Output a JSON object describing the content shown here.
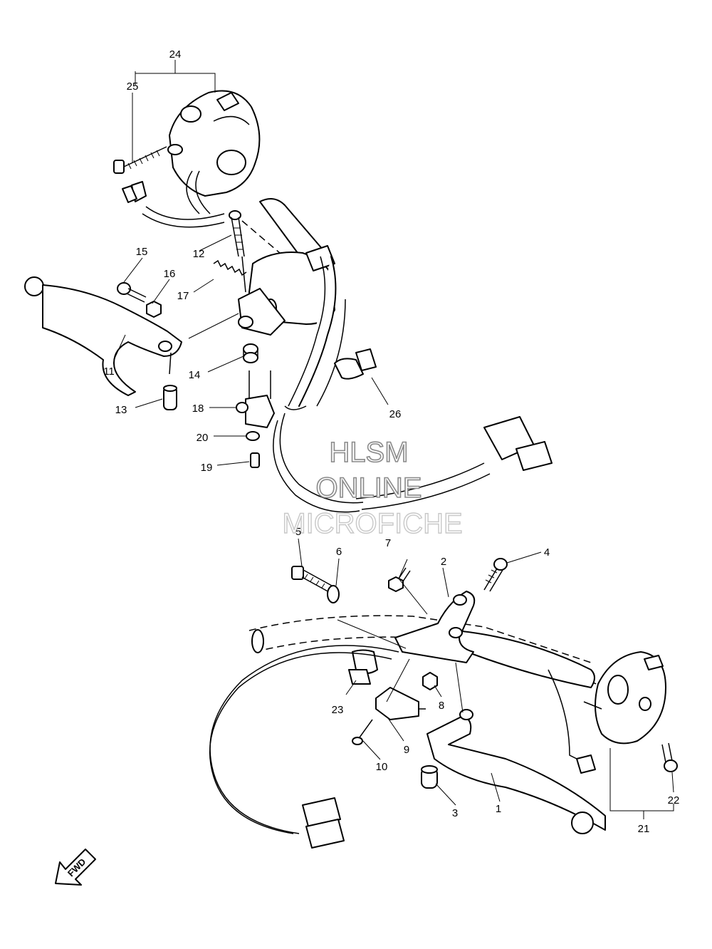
{
  "diagram": {
    "callouts": [
      {
        "id": "1",
        "label": "1"
      },
      {
        "id": "2",
        "label": "2"
      },
      {
        "id": "3",
        "label": "3"
      },
      {
        "id": "4",
        "label": "4"
      },
      {
        "id": "5",
        "label": "5"
      },
      {
        "id": "6",
        "label": "6"
      },
      {
        "id": "7",
        "label": "7"
      },
      {
        "id": "8",
        "label": "8"
      },
      {
        "id": "9",
        "label": "9"
      },
      {
        "id": "10",
        "label": "10"
      },
      {
        "id": "11",
        "label": "11"
      },
      {
        "id": "12",
        "label": "12"
      },
      {
        "id": "13",
        "label": "13"
      },
      {
        "id": "14",
        "label": "14"
      },
      {
        "id": "15",
        "label": "15"
      },
      {
        "id": "16",
        "label": "16"
      },
      {
        "id": "17",
        "label": "17"
      },
      {
        "id": "18",
        "label": "18"
      },
      {
        "id": "19",
        "label": "19"
      },
      {
        "id": "20",
        "label": "20"
      },
      {
        "id": "21",
        "label": "21"
      },
      {
        "id": "22",
        "label": "22"
      },
      {
        "id": "23",
        "label": "23"
      },
      {
        "id": "24",
        "label": "24"
      },
      {
        "id": "25",
        "label": "25"
      },
      {
        "id": "26",
        "label": "26"
      }
    ]
  },
  "watermark": {
    "line1": "HLSM",
    "line2": "ONLINE",
    "line3": "MICROFICHE"
  },
  "direction_badge": {
    "label": "FWD",
    "icon": "arrow-down-left-icon"
  }
}
